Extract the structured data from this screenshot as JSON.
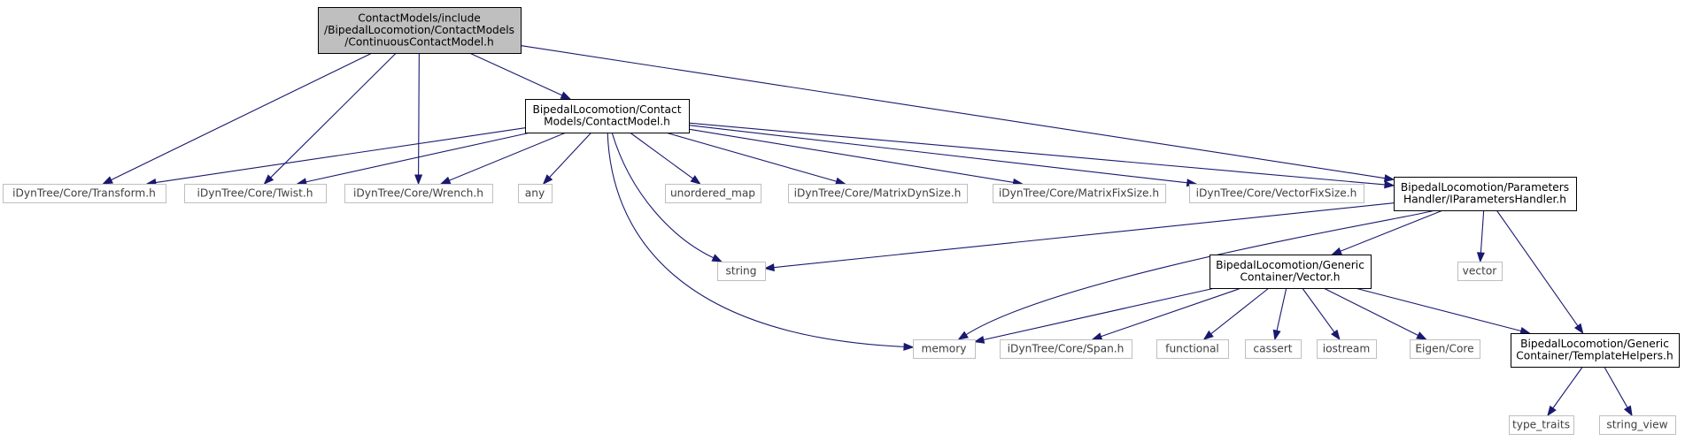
{
  "diagram": {
    "nodes": [
      {
        "id": "continuous",
        "kind": "main",
        "lines": [
          "ContactModels/include",
          "/BipedalLocomotion/ContactModels",
          "/ContinuousContactModel.h"
        ]
      },
      {
        "id": "contactmodel",
        "kind": "doc",
        "lines": [
          "BipedalLocomotion/Contact",
          "Models/ContactModel.h"
        ]
      },
      {
        "id": "params",
        "kind": "doc",
        "lines": [
          "BipedalLocomotion/Parameters",
          "Handler/IParametersHandler.h"
        ]
      },
      {
        "id": "vector_h",
        "kind": "doc",
        "lines": [
          "BipedalLocomotion/Generic",
          "Container/Vector.h"
        ]
      },
      {
        "id": "template_h",
        "kind": "doc",
        "lines": [
          "BipedalLocomotion/Generic",
          "Container/TemplateHelpers.h"
        ]
      },
      {
        "id": "transform",
        "kind": "ext",
        "lines": [
          "iDynTree/Core/Transform.h"
        ]
      },
      {
        "id": "twist",
        "kind": "ext",
        "lines": [
          "iDynTree/Core/Twist.h"
        ]
      },
      {
        "id": "wrench",
        "kind": "ext",
        "lines": [
          "iDynTree/Core/Wrench.h"
        ]
      },
      {
        "id": "any",
        "kind": "ext",
        "lines": [
          "any"
        ]
      },
      {
        "id": "unordered_map",
        "kind": "ext",
        "lines": [
          "unordered_map"
        ]
      },
      {
        "id": "matrixdyn",
        "kind": "ext",
        "lines": [
          "iDynTree/Core/MatrixDynSize.h"
        ]
      },
      {
        "id": "matrixfix",
        "kind": "ext",
        "lines": [
          "iDynTree/Core/MatrixFixSize.h"
        ]
      },
      {
        "id": "vectorfix",
        "kind": "ext",
        "lines": [
          "iDynTree/Core/VectorFixSize.h"
        ]
      },
      {
        "id": "string",
        "kind": "ext",
        "lines": [
          "string"
        ]
      },
      {
        "id": "vector",
        "kind": "ext",
        "lines": [
          "vector"
        ]
      },
      {
        "id": "memory",
        "kind": "ext",
        "lines": [
          "memory"
        ]
      },
      {
        "id": "span",
        "kind": "ext",
        "lines": [
          "iDynTree/Core/Span.h"
        ]
      },
      {
        "id": "functional",
        "kind": "ext",
        "lines": [
          "functional"
        ]
      },
      {
        "id": "cassert",
        "kind": "ext",
        "lines": [
          "cassert"
        ]
      },
      {
        "id": "iostream",
        "kind": "ext",
        "lines": [
          "iostream"
        ]
      },
      {
        "id": "eigen",
        "kind": "ext",
        "lines": [
          "Eigen/Core"
        ]
      },
      {
        "id": "type_traits",
        "kind": "ext",
        "lines": [
          "type_traits"
        ]
      },
      {
        "id": "string_view",
        "kind": "ext",
        "lines": [
          "string_view"
        ]
      }
    ],
    "edges": [
      {
        "from": "continuous",
        "to": "transform"
      },
      {
        "from": "continuous",
        "to": "twist"
      },
      {
        "from": "continuous",
        "to": "wrench"
      },
      {
        "from": "continuous",
        "to": "contactmodel"
      },
      {
        "from": "continuous",
        "to": "params"
      },
      {
        "from": "contactmodel",
        "to": "transform"
      },
      {
        "from": "contactmodel",
        "to": "twist"
      },
      {
        "from": "contactmodel",
        "to": "wrench"
      },
      {
        "from": "contactmodel",
        "to": "any"
      },
      {
        "from": "contactmodel",
        "to": "memory"
      },
      {
        "from": "contactmodel",
        "to": "string"
      },
      {
        "from": "contactmodel",
        "to": "unordered_map"
      },
      {
        "from": "contactmodel",
        "to": "matrixdyn"
      },
      {
        "from": "contactmodel",
        "to": "matrixfix"
      },
      {
        "from": "contactmodel",
        "to": "vectorfix"
      },
      {
        "from": "contactmodel",
        "to": "params"
      },
      {
        "from": "params",
        "to": "string"
      },
      {
        "from": "params",
        "to": "memory"
      },
      {
        "from": "params",
        "to": "vector_h"
      },
      {
        "from": "params",
        "to": "vector"
      },
      {
        "from": "params",
        "to": "template_h"
      },
      {
        "from": "vector_h",
        "to": "memory"
      },
      {
        "from": "vector_h",
        "to": "span"
      },
      {
        "from": "vector_h",
        "to": "functional"
      },
      {
        "from": "vector_h",
        "to": "cassert"
      },
      {
        "from": "vector_h",
        "to": "iostream"
      },
      {
        "from": "vector_h",
        "to": "eigen"
      },
      {
        "from": "vector_h",
        "to": "template_h"
      },
      {
        "from": "template_h",
        "to": "type_traits"
      },
      {
        "from": "template_h",
        "to": "string_view"
      }
    ]
  }
}
